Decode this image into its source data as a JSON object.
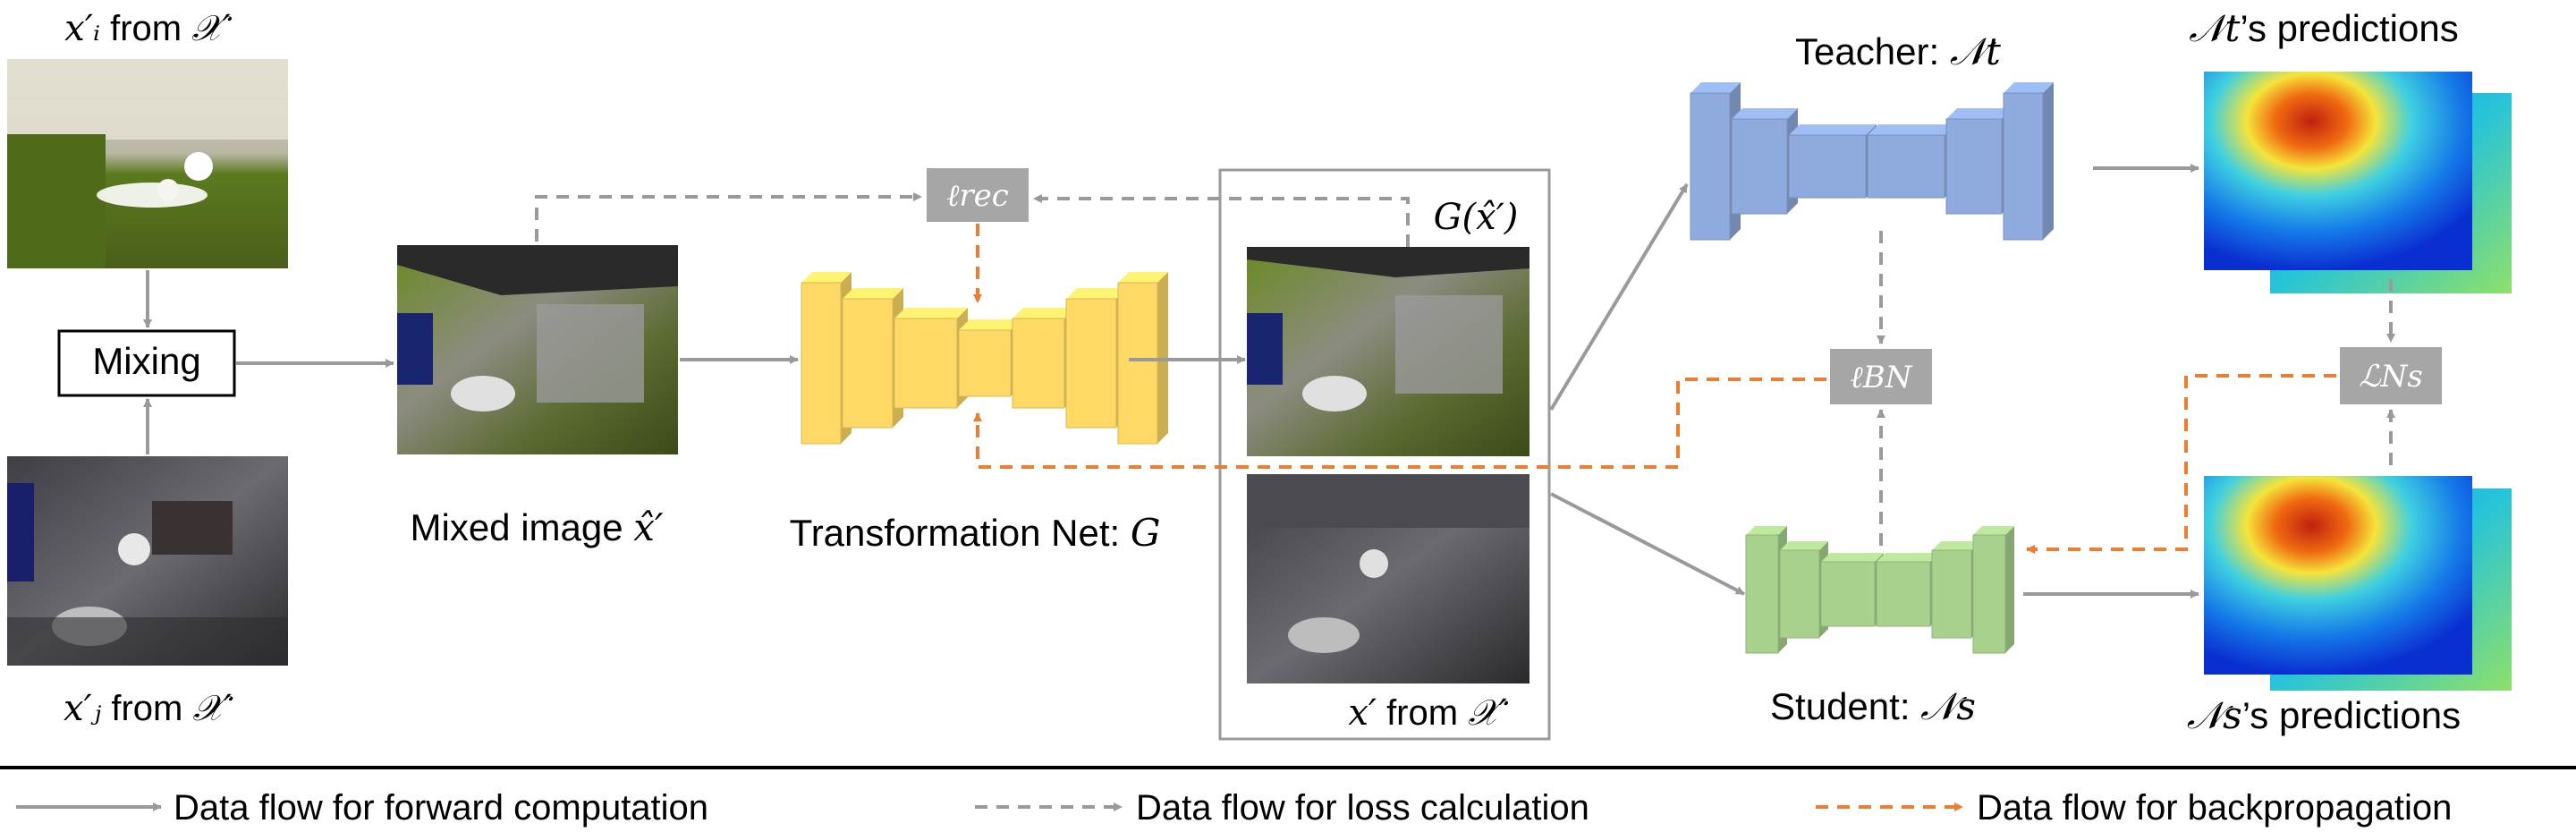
{
  "inputs": {
    "top_label_math": "x′ᵢ",
    "top_label_text": " from ",
    "top_label_set": "𝒳′",
    "bottom_label_math": "x′ⱼ",
    "bottom_label_text": " from ",
    "bottom_label_set": "𝒳′"
  },
  "mixing": {
    "label": "Mixing"
  },
  "mixed_image": {
    "label_text": "Mixed image ",
    "label_math": "x̂′"
  },
  "transformation": {
    "label_text": "Transformation Net: ",
    "label_math": "G"
  },
  "outputs": {
    "g_label": "G(x̂′)",
    "x_label_math": "x′",
    "x_label_text": " from ",
    "x_label_set": "𝒳′"
  },
  "losses": {
    "rec": "ℓrec",
    "bn": "ℓBN",
    "ns": "ℒNs"
  },
  "teacher": {
    "label_text": "Teacher: ",
    "label_math": "𝒩t"
  },
  "student": {
    "label_text": "Student: ",
    "label_math": "𝒩s"
  },
  "predictions": {
    "teacher_math": "𝒩t",
    "teacher_text": "’s predictions",
    "student_math": "𝒩s",
    "student_text": "’s predictions"
  },
  "legend": {
    "forward": "Data flow for forward computation",
    "loss": "Data flow for loss calculation",
    "backprop": "Data flow for backpropagation"
  },
  "colors": {
    "forward_arrow": "#9a9a9a",
    "loss_arrow": "#9a9a9a",
    "backprop_arrow": "#ed7d31",
    "transformation_net": "#ffd966",
    "teacher_net": "#8faadc",
    "student_net": "#a9d18e",
    "loss_box": "#a6a6a6"
  }
}
